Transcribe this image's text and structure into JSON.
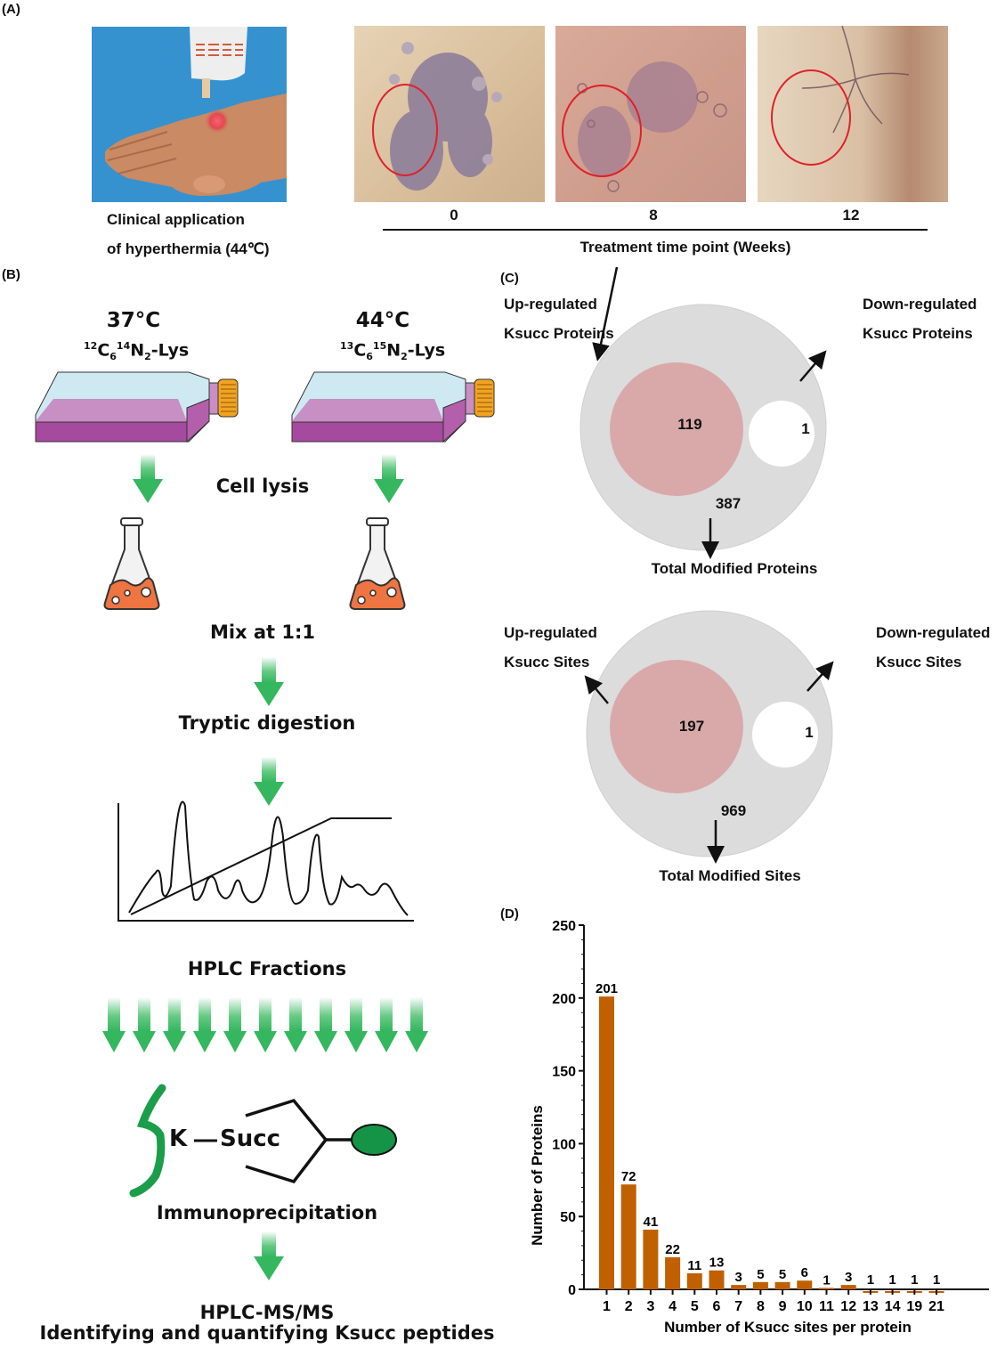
{
  "panels": {
    "a": {
      "label": "(A)",
      "clinical_caption_line1": "Clinical application",
      "clinical_caption_line2": "of hyperthermia (44℃)",
      "timepoints": [
        "0",
        "8",
        "12"
      ],
      "axis_label": "Treatment time point (Weeks)",
      "colors": {
        "photo_bg": "#2f8fcd",
        "circle": "#e0202a"
      }
    },
    "b": {
      "label": "(B)",
      "left_temp": "37°C",
      "left_isotope": {
        "c_mass": "12",
        "c_count": "6",
        "n_mass": "14",
        "n_count": "2",
        "suffix": "-Lys"
      },
      "right_temp": "44°C",
      "right_isotope": {
        "c_mass": "13",
        "c_count": "6",
        "n_mass": "15",
        "n_count": "2",
        "suffix": "-Lys"
      },
      "step_cell_lysis": "Cell lysis",
      "step_mix": "Mix at 1:1",
      "step_digestion": "Tryptic digestion",
      "step_hplc": "HPLC Fractions",
      "ip_k": "K",
      "ip_succ": "Succ",
      "step_ip": "Immunoprecipitation",
      "step_ms": "HPLC-MS/MS",
      "step_ms_sub": "Identifying  and quantifying Ksucc peptides",
      "fraction_arrow_count": 11,
      "colors": {
        "arrow": "#2fb35a",
        "flask_liquid": "#ee7441",
        "medium": "#a54a9e",
        "cap": "#f2a320",
        "antibody_bead": "#159447"
      }
    },
    "c": {
      "label": "(C)",
      "proteins": {
        "up_label_1": "Up-regulated",
        "up_label_2": "Ksucc Proteins",
        "down_label_1": "Down-regulated",
        "down_label_2": "Ksucc Proteins",
        "up_count": "119",
        "down_count": "1",
        "total_count": "387",
        "total_label": "Total Modified Proteins"
      },
      "sites": {
        "up_label_1": "Up-regulated",
        "up_label_2": "Ksucc Sites",
        "down_label_1": "Down-regulated",
        "down_label_2": "Ksucc Sites",
        "up_count": "197",
        "down_count": "1",
        "total_count": "969",
        "total_label": "Total Modified Sites"
      },
      "colors": {
        "total": "#dcdcdc",
        "up": "#d9a9aa",
        "down": "#ffffff"
      }
    },
    "d": {
      "label": "(D)"
    }
  },
  "chart_data": {
    "type": "bar",
    "title": "",
    "xlabel": "Number of Ksucc sites per protein",
    "ylabel": "Number of Proteins",
    "categories": [
      "1",
      "2",
      "3",
      "4",
      "5",
      "6",
      "7",
      "8",
      "9",
      "10",
      "11",
      "12",
      "13",
      "14",
      "19",
      "21"
    ],
    "values": [
      201,
      72,
      41,
      22,
      11,
      13,
      3,
      5,
      5,
      6,
      1,
      3,
      1,
      1,
      1,
      1
    ],
    "data_labels": [
      "201",
      "72",
      "41",
      "22",
      "11",
      "13",
      "3",
      "5",
      "5",
      "6",
      "1",
      "3",
      "1",
      "1",
      "1",
      "1"
    ],
    "ylim": [
      0,
      250
    ],
    "yticks": [
      0,
      50,
      100,
      150,
      200,
      250
    ],
    "grid": false,
    "legend": "none",
    "bar_color": "#c06000"
  }
}
